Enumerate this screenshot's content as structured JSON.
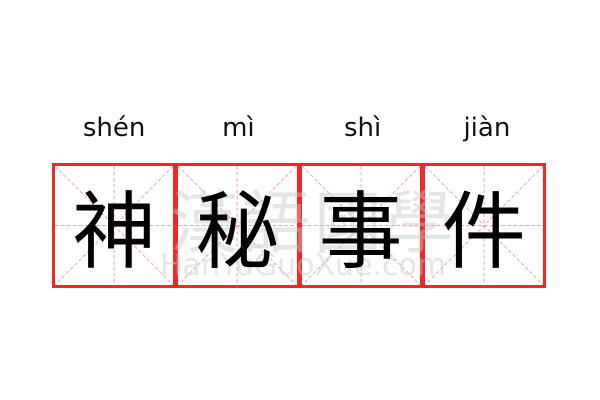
{
  "word": {
    "pinyin": [
      "shén",
      "mì",
      "shì",
      "jiàn"
    ],
    "characters": [
      "神",
      "秘",
      "事",
      "件"
    ]
  },
  "watermark": {
    "chinese": "漢語國學",
    "site": "HanYuGuoXue.com"
  },
  "colors": {
    "grid_border": "#f02828",
    "guide_lines": "#f4a0a0"
  }
}
